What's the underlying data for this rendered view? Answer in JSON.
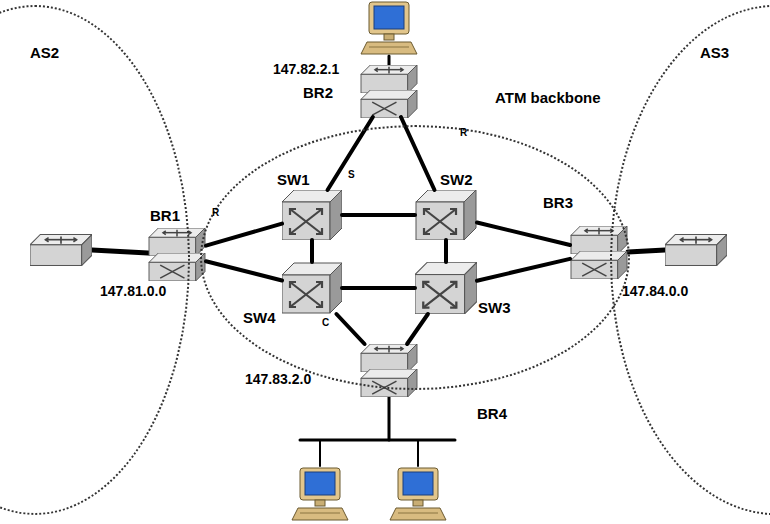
{
  "diagram": {
    "nodes": [
      {
        "text": [
          "AS2"
        ]
      },
      {
        "text": [
          "ATM backbone"
        ]
      },
      {
        "text": [
          "AS3"
        ]
      },
      {
        "text": [
          "BR1"
        ]
      },
      {
        "text": [
          "BR2"
        ]
      },
      {
        "text": [
          "BR3"
        ]
      },
      {
        "text": [
          "BR4"
        ]
      },
      {
        "text": [
          "SW1"
        ],
        "in": 1
      },
      {
        "text": [
          "SW2"
        ],
        "in": 1
      },
      {
        "text": [
          "SW3"
        ],
        "in": 1
      },
      {
        "text": [
          "SW4"
        ],
        "in": 1
      }
    ],
    "edges": [
      {
        "from": 3,
        "to": 7,
        "arrow": "none"
      },
      {
        "from": 3,
        "to": 10,
        "arrow": "none"
      },
      {
        "from": 4,
        "to": 7,
        "arrow": "none"
      },
      {
        "from": 4,
        "to": 8,
        "arrow": "none"
      },
      {
        "from": 7,
        "to": 8,
        "arrow": "none"
      },
      {
        "from": 7,
        "to": 10,
        "arrow": "none"
      },
      {
        "from": 8,
        "to": 9,
        "arrow": "none"
      },
      {
        "from": 10,
        "to": 9,
        "arrow": "none"
      },
      {
        "from": 8,
        "to": 5,
        "arrow": "none"
      },
      {
        "from": 9,
        "to": 5,
        "arrow": "none"
      },
      {
        "from": 10,
        "to": 6,
        "arrow": "none"
      },
      {
        "from": 9,
        "to": 6,
        "arrow": "none"
      }
    ],
    "labels": [
      "147.82.2.1",
      "147.81.0.0",
      "147.84.0.0",
      "147.83.2.0",
      "R",
      "S",
      "R",
      "C"
    ]
  }
}
